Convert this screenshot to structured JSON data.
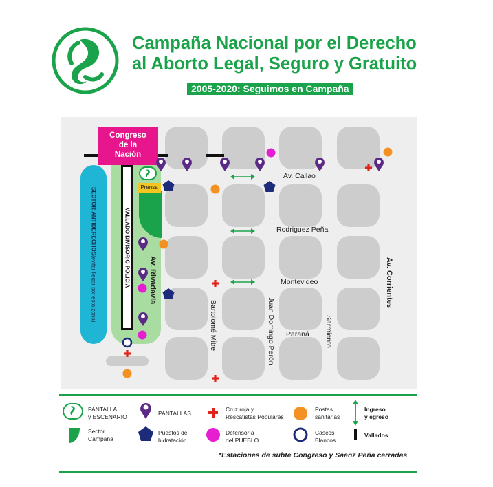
{
  "header": {
    "title_line1": "Campaña Nacional por el Derecho",
    "title_line2": "al Aborto Legal, Seguro y Gratuito",
    "subtitle": "2005-2020: Seguimos en Campaña"
  },
  "map": {
    "congreso": [
      "Congreso",
      "de la",
      "Nación"
    ],
    "prensa": "Prensa",
    "antiderechos": [
      "SECTOR ANTIDERECHOS",
      "(evitar llegar por esta zona)"
    ],
    "valla": "VALLADO DIVISORIO POLICIA",
    "streets": {
      "callao": "Av. Callao",
      "rodriguez_pena": "Rodriguez Peña",
      "montevideo": "Montevideo",
      "parana": "Paraná",
      "rivadavia": "Av. Rivadavia",
      "bartolome_mitre": "Bartolomé Mitre",
      "peron": "Juan Domingo Perón",
      "sarmiento": "Sarmiento",
      "corrientes": "Av. Corrientes"
    }
  },
  "legend": {
    "pantalla_escenario": [
      "PANTALLA",
      "y ESCENARIO"
    ],
    "pantallas": "PANTALLAS",
    "cruz_roja": [
      "Cruz roja y",
      "Rescatistas Populares"
    ],
    "postas": [
      "Postas",
      "sanitarias"
    ],
    "ingreso": [
      "Ingreso",
      "y egreso"
    ],
    "sector_campana": [
      "Sector",
      "Campaña"
    ],
    "hidratacion": [
      "Puestos de",
      "hidratación"
    ],
    "defensoria": [
      "Defensoría",
      "del PUEBLO"
    ],
    "cascos": [
      "Cascos",
      "Blancos"
    ],
    "vallados": "Vallados"
  },
  "note": "*Estaciones de subte Congreso y Saenz Peña cerradas",
  "colors": {
    "green": "#1aa34a",
    "magenta": "#e8168c",
    "cyan": "#1fb5d4",
    "purple": "#5b2a86",
    "navy": "#1c2b7a",
    "orange": "#f39223",
    "red": "#e2231a",
    "yellow": "#f3c520"
  },
  "icons": [
    "campaign-logo-icon",
    "screen-pin-icon",
    "red-cross-icon",
    "orange-dot-icon",
    "hydration-pentagon-icon",
    "defensoria-dot-icon",
    "cascos-ring-icon",
    "two-way-arrow-icon",
    "valla-bar-icon"
  ]
}
